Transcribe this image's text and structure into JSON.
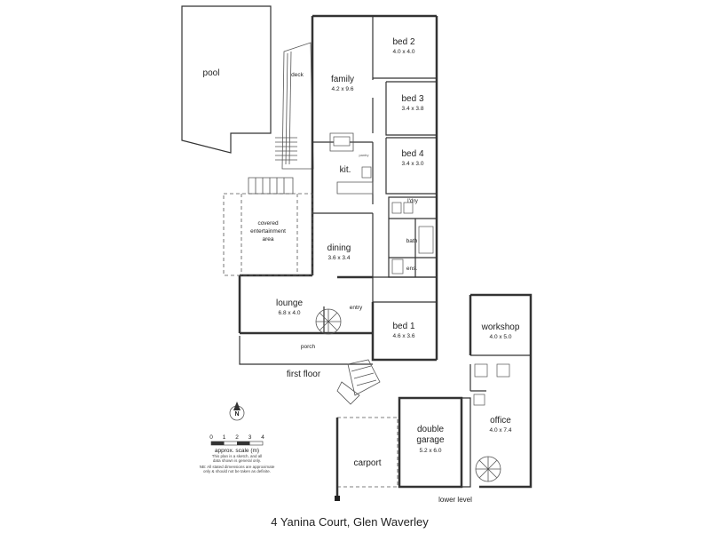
{
  "title": "4 Yanina Court, Glen Waverley",
  "levels": {
    "first_floor": "first floor",
    "lower_level": "lower level"
  },
  "rooms": {
    "pool": {
      "label": "pool"
    },
    "deck": {
      "label": "deck"
    },
    "family": {
      "label": "family",
      "dims": "4.2 x 9.6"
    },
    "bed2": {
      "label": "bed 2",
      "dims": "4.0 x 4.0"
    },
    "bed3": {
      "label": "bed 3",
      "dims": "3.4 x 3.8"
    },
    "bed4": {
      "label": "bed 4",
      "dims": "3.4 x 3.0"
    },
    "kit": {
      "label": "kit."
    },
    "pantry": {
      "label": "pantry"
    },
    "ldry": {
      "label": "l'dry"
    },
    "covered": {
      "label_line1": "covered",
      "label_line2": "entertainment",
      "label_line3": "area"
    },
    "dining": {
      "label": "dining",
      "dims": "3.6 x 3.4"
    },
    "bath": {
      "label": "bath"
    },
    "ens": {
      "label": "ens."
    },
    "lounge": {
      "label": "lounge",
      "dims": "6.8 x 4.0"
    },
    "entry": {
      "label": "entry"
    },
    "porch": {
      "label": "porch"
    },
    "bed1": {
      "label": "bed 1",
      "dims": "4.6 x 3.6"
    },
    "workshop": {
      "label": "workshop",
      "dims": "4.0 x 5.0"
    },
    "office": {
      "label": "office",
      "dims": "4.0 x 7.4"
    },
    "garage": {
      "label_line1": "double",
      "label_line2": "garage",
      "dims": "5.2 x 6.0"
    },
    "carport": {
      "label": "carport"
    }
  },
  "scale": {
    "ticks": [
      "0",
      "1",
      "2",
      "3",
      "4"
    ],
    "caption": "approx. scale (m)",
    "north": "N",
    "note1": "This plan is a sketch, and all",
    "note2": "data shown is general only.",
    "note3": "NB: All stated dimensions are approximate",
    "note4": "only & should not be taken as definite."
  }
}
